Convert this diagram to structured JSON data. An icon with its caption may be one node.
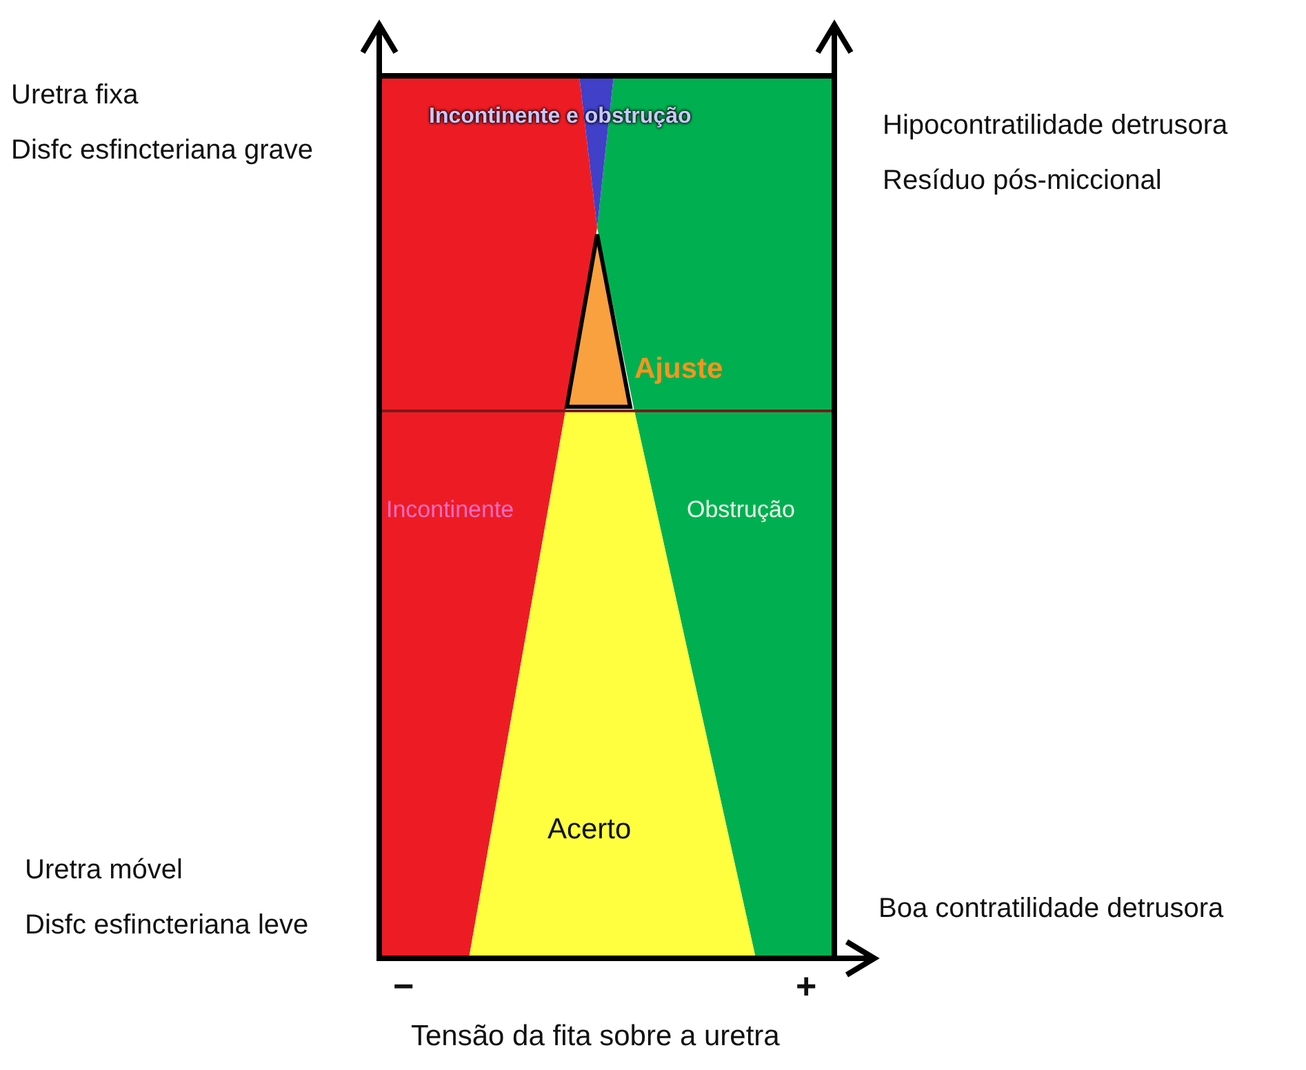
{
  "diagram": {
    "labels": [
      "Uretra fixa",
      "Disfc esfincteriana grave",
      "Incontinente e obstrução",
      "Hipocontratilidade detrusora",
      "Resíduo pós-miccional",
      "Ajuste",
      "Incontinente",
      "Obstrução",
      "Acerto",
      "Uretra móvel",
      "Disfc esfincteriana leve",
      "Boa contratilidade detrusora",
      "−",
      "+",
      "Tensão da fita sobre a uretra"
    ]
  }
}
